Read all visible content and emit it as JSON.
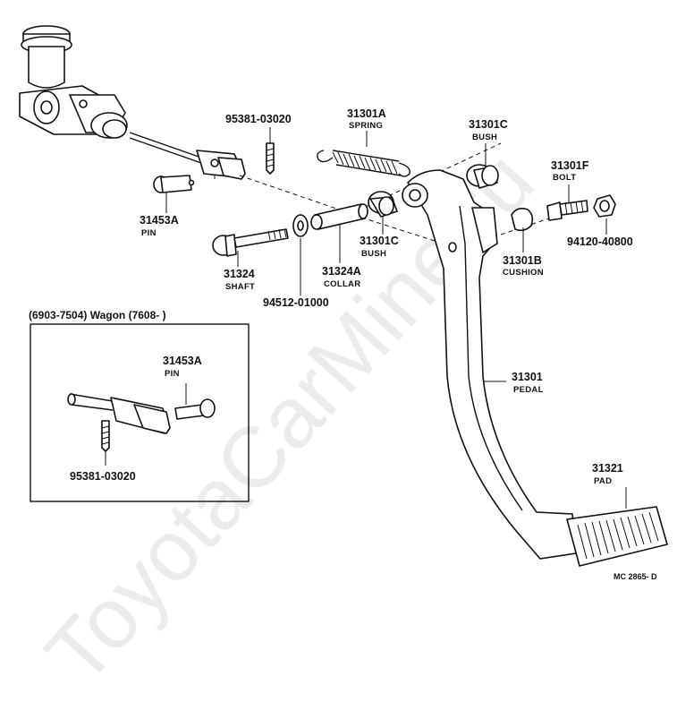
{
  "watermark": "ToyotaCarMine.ru",
  "drawing_code": "MC 2865- D",
  "inset": {
    "title": "(6903-7504) Wagon (7608-          )"
  },
  "callouts": {
    "c95381_top": {
      "number": "95381-03020",
      "name": ""
    },
    "c31301a": {
      "number": "31301A",
      "name": "SPRING"
    },
    "c31301c_top": {
      "number": "31301C",
      "name": "BUSH"
    },
    "c31301f": {
      "number": "31301F",
      "name": "BOLT"
    },
    "c31453a_main": {
      "number": "31453A",
      "name": "PIN"
    },
    "c31301c_mid": {
      "number": "31301C",
      "name": "BUSH"
    },
    "c94120": {
      "number": "94120-40800",
      "name": ""
    },
    "c31301b": {
      "number": "31301B",
      "name": "CUSHION"
    },
    "c31324": {
      "number": "31324",
      "name": "SHAFT"
    },
    "c31324a": {
      "number": "31324A",
      "name": "COLLAR"
    },
    "c94512": {
      "number": "94512-01000",
      "name": ""
    },
    "c31301": {
      "number": "31301",
      "name": "PEDAL"
    },
    "c31321": {
      "number": "31321",
      "name": "PAD"
    },
    "c31453a_inset": {
      "number": "31453A",
      "name": "PIN"
    },
    "c95381_inset": {
      "number": "95381-03020",
      "name": ""
    }
  }
}
